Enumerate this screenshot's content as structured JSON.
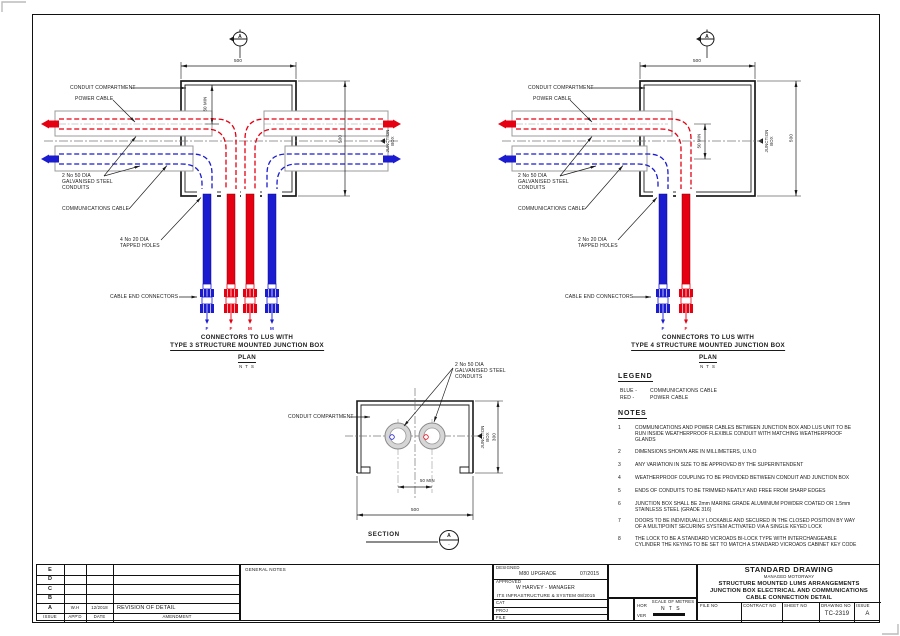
{
  "d3": {
    "labels": {
      "conduit_compartment": "CONDUIT COMPARTMENT",
      "power_cable": "POWER CABLE",
      "conduits": "2 No 50 DIA\nGALVANISED STEEL\nCONDUITS",
      "comms_cable": "COMMUNICATIONS CABLE",
      "tapped_holes": "4 No 20 DIA\nTAPPED HOLES",
      "cable_end_connectors": "CABLE END CONNECTORS",
      "junction_box": "JUNCTION\nBOX"
    },
    "dims": {
      "width": "500",
      "height": "500",
      "min": "50 MIN"
    },
    "marker": "A",
    "connectors": [
      "F",
      "F",
      "M",
      "M"
    ],
    "title1": "CONNECTORS TO LUS WITH",
    "title2": "TYPE 3 STRUCTURE MOUNTED JUNCTION BOX",
    "plan": "PLAN",
    "scale": "N T S"
  },
  "d4": {
    "labels": {
      "conduit_compartment": "CONDUIT COMPARTMENT",
      "power_cable": "POWER CABLE",
      "conduits": "2 No 50 DIA\nGALVANISED STEEL\nCONDUITS",
      "comms_cable": "COMMUNICATIONS CABLE",
      "tapped_holes": "2 No 20 DIA\nTAPPED HOLES",
      "cable_end_connectors": "CABLE END CONNECTORS",
      "junction_box": "JUNCTION\nBOX"
    },
    "dims": {
      "width": "500",
      "height": "500",
      "min": "50 MIN"
    },
    "marker": "A",
    "connectors": [
      "F",
      "F"
    ],
    "title1": "CONNECTORS TO LUS WITH",
    "title2": "TYPE 4 STRUCTURE MOUNTED JUNCTION BOX",
    "plan": "PLAN",
    "scale": "N T S"
  },
  "sec": {
    "conduits": "2 No 50 DIA\nGALVANISED STEEL\nCONDUITS",
    "conduit_compartment": "CONDUIT COMPARTMENT",
    "junction_box": "JUNCTION\nBOX",
    "dims": {
      "width": "500",
      "height": "300",
      "min": "50 MIN"
    },
    "title": "SECTION",
    "marker": "A",
    "marker_sub": "-"
  },
  "legend": {
    "heading": "LEGEND",
    "items": [
      {
        "key": "BLUE -",
        "value": "COMMUNICATIONS CABLE"
      },
      {
        "key": "RED -",
        "value": "POWER CABLE"
      }
    ]
  },
  "notes": {
    "heading": "NOTES",
    "items": [
      {
        "num": "1",
        "text": "COMMUNICATIONS AND POWER CABLES BETWEEN JUNCTION BOX AND LUS UNIT TO BE RUN INSIDE WEATHERPROOF FLEXIBLE CONDUIT WITH MATCHING WEATHERPROOF GLANDS"
      },
      {
        "num": "2",
        "text": "DIMENSIONS SHOWN ARE IN MILLIMETERS, U.N.O"
      },
      {
        "num": "3",
        "text": "ANY VARIATION IN SIZE TO BE APPROVED BY THE SUPERINTENDENT"
      },
      {
        "num": "4",
        "text": "WEATHERPROOF COUPLING TO BE PROVIDED BETWEEN CONDUIT AND JUNCTION BOX"
      },
      {
        "num": "5",
        "text": "ENDS OF CONDUITS TO BE TRIMMED NEATLY AND FREE FROM SHARP EDGES"
      },
      {
        "num": "6",
        "text": "JUNCTION BOX SHALL BE 2mm MARINE GRADE ALUMINIUM POWDER COATED OR 1.5mm STAINLESS STEEL (GRADE 316)"
      },
      {
        "num": "7",
        "text": "DOORS TO BE INDIVIDUALLY LOCKABLE AND SECURED IN THE CLOSED POSITION BY WAY OF A MULTIPOINT SECURING SYSTEM ACTIVATED VIA A SINGLE KEYED LOCK"
      },
      {
        "num": "8",
        "text": "THE LOCK TO BE A STANDARD VICROADS BI-LOCK TYPE WITH INTERCHANGEABLE CYLINDER THE KEYING TO BE SET TO MATCH A STANDARD VICROADS CABINET KEY CODE"
      }
    ]
  },
  "tb": {
    "revision": {
      "headers": {
        "issue": "ISSUE",
        "appd": "APP'D",
        "date": "DATE",
        "amendment": "AMENDMENT"
      },
      "rows": [
        {
          "issue": "E",
          "appd": "",
          "date": "",
          "amendment": ""
        },
        {
          "issue": "D",
          "appd": "",
          "date": "",
          "amendment": ""
        },
        {
          "issue": "C",
          "appd": "",
          "date": "",
          "amendment": ""
        },
        {
          "issue": "B",
          "appd": "",
          "date": "",
          "amendment": ""
        },
        {
          "issue": "A",
          "appd": "W.H",
          "date": "12/2018",
          "amendment": "REVISION OF DETAIL"
        }
      ]
    },
    "general_notes": "GENERAL NOTES",
    "designed_label": "DESIGNED",
    "designed": "M80 UPGRADE",
    "designed_date": "07/2015",
    "approved_label": "APPROVED",
    "approved1": "W HARVEY - MANAGER",
    "approved2": "ITS INFRASTRUCTURE & SYSTEM 08/2015",
    "cat": "CAT",
    "proj": "PROJ",
    "file": "FILE",
    "hor": "HOR",
    "ver": "VER",
    "scale_title": "SCALE OF METRES",
    "scale_value": "N T S",
    "org_title": "STANDARD DRAWING",
    "org_sub": "MANAGED MOTORWAY",
    "drawing_title1": "STRUCTURE MOUNTED LUMS ARRANGEMENTS",
    "drawing_title2": "JUNCTION BOX ELECTRICAL AND COMMUNICATIONS",
    "drawing_title3": "CABLE CONNECTION DETAIL",
    "file_no_label": "FILE NO",
    "contract_no_label": "CONTRACT NO",
    "sheet_no_label": "SHEET NO",
    "drawing_no_label": "DRAWING NO",
    "drawing_no": "TC-2319",
    "issue_label": "ISSUE",
    "issue": "A"
  },
  "colors": {
    "power": "#e50012",
    "comms": "#1b1bd0",
    "line": "#1a1a1a",
    "conduit": "#9b9b9b"
  }
}
